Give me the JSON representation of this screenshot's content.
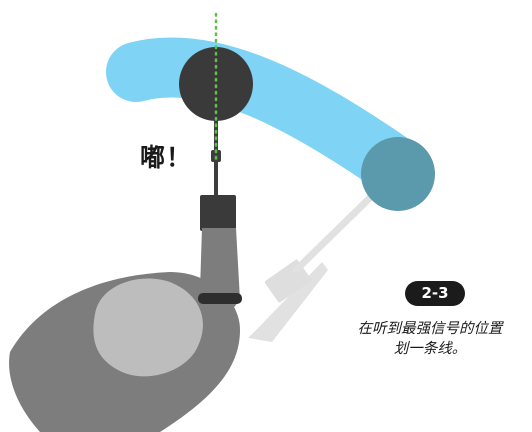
{
  "sound_text": "嘟！",
  "step_badge": "2-3",
  "caption": {
    "line1": "在听到最强信号的位置",
    "line2": "划一条线。"
  },
  "colors": {
    "sweep_arc": "#7fd3f4",
    "sweep_end": "#5b99ac",
    "probe_head": "#3a3a3a",
    "signal_line": "#5ec04a",
    "person_body": "#7d7d7d",
    "person_head": "#bdbdbd",
    "badge_bg": "#1b1b1b"
  }
}
